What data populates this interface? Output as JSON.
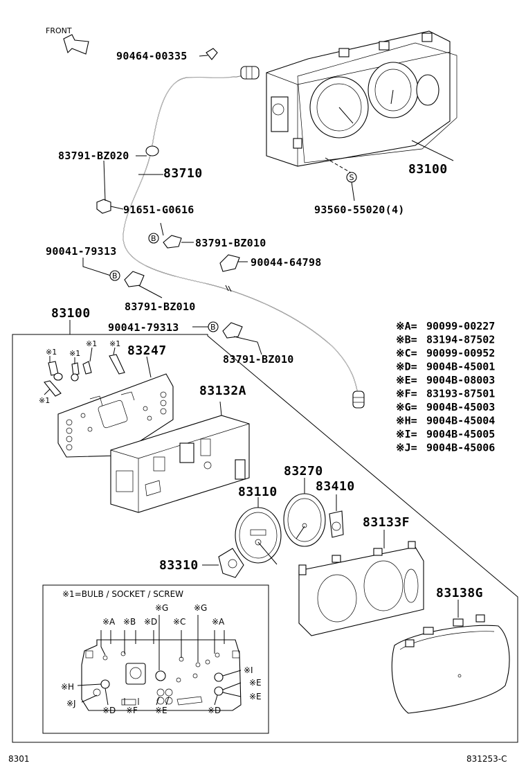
{
  "direction_label": "FRONT",
  "parts": {
    "clip_top": "90464-00335",
    "cable_clamp_upper": "83791-BZ020",
    "speedometer_cable": "83710",
    "cluster_assy_top": "83100",
    "screw_s": "93560-55020(4)",
    "grommet": "91651-G0616",
    "clamp_b1": "83791-BZ010",
    "clip_mid": "90044-64798",
    "bolt_a": "90041-79313",
    "clamp_b2": "83791-BZ010",
    "bolt_b": "90041-79313",
    "clamp_b3": "83791-BZ010",
    "cluster_assy_box": "83100",
    "circuit_plate": "83247",
    "case": "83132A",
    "tachometer": "83270",
    "gauge_fuel": "83410",
    "speedometer": "83110",
    "gauge_temp": "83310",
    "meter_hood": "83133F",
    "meter_glass": "83138G"
  },
  "callouts": {
    "s": "S",
    "b": "B",
    "star1": "※1",
    "a": "※A",
    "b_bulb": "※B",
    "c": "※C",
    "d": "※D",
    "e": "※E",
    "f": "※F",
    "g": "※G",
    "h": "※H",
    "i": "※I",
    "j": "※J"
  },
  "legend": [
    {
      "key": "※A=",
      "value": "90099-00227"
    },
    {
      "key": "※B=",
      "value": "83194-87502"
    },
    {
      "key": "※C=",
      "value": "90099-00952"
    },
    {
      "key": "※D=",
      "value": "9004B-45001"
    },
    {
      "key": "※E=",
      "value": "9004B-08003"
    },
    {
      "key": "※F=",
      "value": "83193-87501"
    },
    {
      "key": "※G=",
      "value": "9004B-45003"
    },
    {
      "key": "※H=",
      "value": "9004B-45004"
    },
    {
      "key": "※I=",
      "value": "9004B-45005"
    },
    {
      "key": "※J=",
      "value": "9004B-45006"
    }
  ],
  "inset_title": "※1=BULB / SOCKET / SCREW",
  "footer": {
    "left": "8301",
    "right": "831253-C"
  }
}
